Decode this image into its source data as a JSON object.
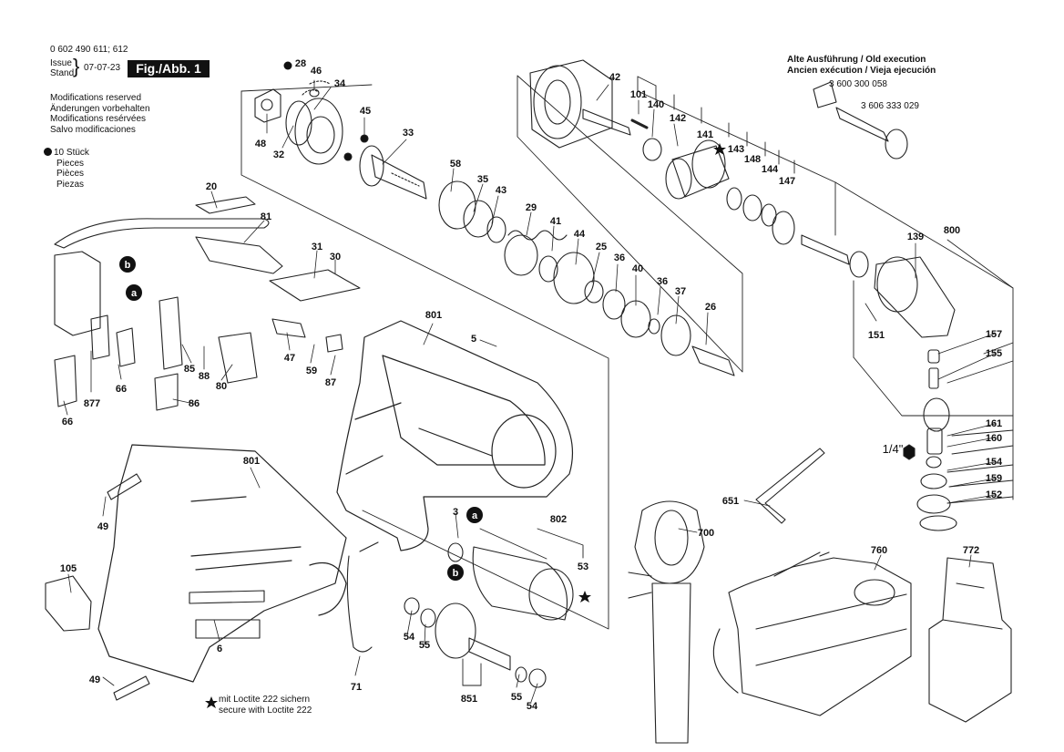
{
  "header": {
    "doc_number": "0 602 490 611; 612",
    "issue_label": "Issue",
    "stand_label": "Stand",
    "date": "07-07-23",
    "figure": "Fig./Abb. 1",
    "modifications": [
      "Modifications reserved",
      "Änderungen vorbehalten",
      "Modifications resérvées",
      "Salvo modificaciones"
    ],
    "qty_count": "10 Stück",
    "qty_words": [
      "Pieces",
      "Pièces",
      "Piezas"
    ]
  },
  "old_execution": {
    "title_1": "Alte Ausführung / Old execution",
    "title_2": "Ancien exécution / Vieja ejecución",
    "part_1": "3 600 300 058",
    "part_2": "3 606 333 029"
  },
  "loctite_note": {
    "line_1": "mit Loctite 222 sichern",
    "line_2": "secure with Loctite 222"
  },
  "hex_size": "1/4\"",
  "callouts": [
    {
      "id": "c28",
      "text": "28"
    },
    {
      "id": "c46",
      "text": "46"
    },
    {
      "id": "c34",
      "text": "34"
    },
    {
      "id": "c45",
      "text": "45"
    },
    {
      "id": "c48",
      "text": "48"
    },
    {
      "id": "c32",
      "text": "32"
    },
    {
      "id": "c33",
      "text": "33"
    },
    {
      "id": "c42",
      "text": "42"
    },
    {
      "id": "c101",
      "text": "101"
    },
    {
      "id": "c140",
      "text": "140"
    },
    {
      "id": "c142",
      "text": "142"
    },
    {
      "id": "c141",
      "text": "141"
    },
    {
      "id": "c143",
      "text": "143"
    },
    {
      "id": "c148",
      "text": "148"
    },
    {
      "id": "c144",
      "text": "144"
    },
    {
      "id": "c147",
      "text": "147"
    },
    {
      "id": "c58",
      "text": "58"
    },
    {
      "id": "c35",
      "text": "35"
    },
    {
      "id": "c43",
      "text": "43"
    },
    {
      "id": "c29",
      "text": "29"
    },
    {
      "id": "c41",
      "text": "41"
    },
    {
      "id": "c44",
      "text": "44"
    },
    {
      "id": "c25",
      "text": "25"
    },
    {
      "id": "c36a",
      "text": "36"
    },
    {
      "id": "c40",
      "text": "40"
    },
    {
      "id": "c36b",
      "text": "36"
    },
    {
      "id": "c37",
      "text": "37"
    },
    {
      "id": "c26",
      "text": "26"
    },
    {
      "id": "c800",
      "text": "800"
    },
    {
      "id": "c139",
      "text": "139"
    },
    {
      "id": "c151",
      "text": "151"
    },
    {
      "id": "c157",
      "text": "157"
    },
    {
      "id": "c155",
      "text": "155"
    },
    {
      "id": "c161",
      "text": "161"
    },
    {
      "id": "c160",
      "text": "160"
    },
    {
      "id": "c154",
      "text": "154"
    },
    {
      "id": "c159",
      "text": "159"
    },
    {
      "id": "c152",
      "text": "152"
    },
    {
      "id": "c20",
      "text": "20"
    },
    {
      "id": "c81",
      "text": "81"
    },
    {
      "id": "c31",
      "text": "31"
    },
    {
      "id": "c30",
      "text": "30"
    },
    {
      "id": "c85",
      "text": "85"
    },
    {
      "id": "c88",
      "text": "88"
    },
    {
      "id": "c80",
      "text": "80"
    },
    {
      "id": "c47",
      "text": "47"
    },
    {
      "id": "c59",
      "text": "59"
    },
    {
      "id": "c87",
      "text": "87"
    },
    {
      "id": "c86",
      "text": "86"
    },
    {
      "id": "c66a",
      "text": "66"
    },
    {
      "id": "c877",
      "text": "877"
    },
    {
      "id": "c66b",
      "text": "66"
    },
    {
      "id": "c801a",
      "text": "801"
    },
    {
      "id": "c5",
      "text": "5"
    },
    {
      "id": "c801b",
      "text": "801"
    },
    {
      "id": "c49a",
      "text": "49"
    },
    {
      "id": "c105",
      "text": "105"
    },
    {
      "id": "c6",
      "text": "6"
    },
    {
      "id": "c49b",
      "text": "49"
    },
    {
      "id": "c71",
      "text": "71"
    },
    {
      "id": "c3",
      "text": "3"
    },
    {
      "id": "c802",
      "text": "802"
    },
    {
      "id": "c53",
      "text": "53"
    },
    {
      "id": "c54a",
      "text": "54"
    },
    {
      "id": "c55a",
      "text": "55"
    },
    {
      "id": "c851",
      "text": "851"
    },
    {
      "id": "c55b",
      "text": "55"
    },
    {
      "id": "c54b",
      "text": "54"
    },
    {
      "id": "c651",
      "text": "651"
    },
    {
      "id": "c700",
      "text": "700"
    },
    {
      "id": "c760",
      "text": "760"
    },
    {
      "id": "c772",
      "text": "772"
    }
  ],
  "markers": {
    "a": "a",
    "b": "b"
  }
}
